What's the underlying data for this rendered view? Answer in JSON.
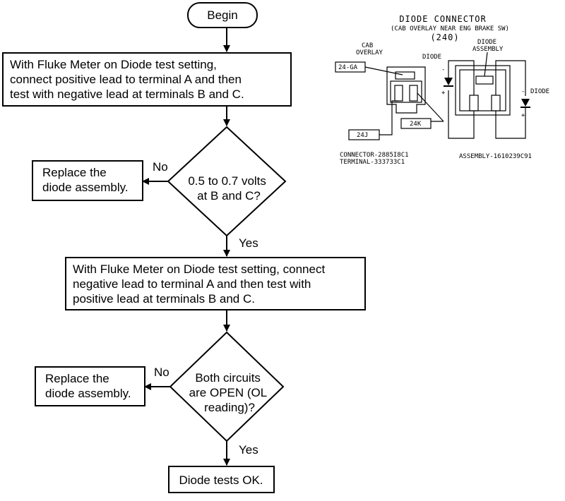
{
  "flowchart": {
    "begin": "Begin",
    "step1": [
      "With Fluke Meter on Diode test setting,",
      "connect positive lead to terminal A and then",
      "test with negative lead at terminals B and C."
    ],
    "decision1": [
      "0.5 to 0.7 volts",
      "at B and C?"
    ],
    "no_label": "No",
    "yes_label": "Yes",
    "replace": [
      "Replace the",
      "diode assembly."
    ],
    "step2": [
      "With Fluke Meter on Diode test setting, connect",
      "negative lead to terminal A and then test with",
      "positive lead at terminals B and C."
    ],
    "decision2": [
      "Both circuits",
      "are OPEN (OL",
      "reading)?"
    ],
    "end": "Diode tests OK."
  },
  "illustration": {
    "title": "DIODE CONNECTOR",
    "location": "(CAB OVERLAY NEAR ENG BRAKE SW)",
    "number": "(240)",
    "cab_overlay": [
      "CAB",
      "OVERLAY"
    ],
    "diode_label": "DIODE",
    "diode_assembly": [
      "DIODE",
      "ASSEMBLY"
    ],
    "wire_24ga": "24-GA",
    "wire_24j": "24J",
    "wire_24k": "24K",
    "connector_part": "CONNECTOR-2885I8C1",
    "terminal_part": "TERMINAL-333733C1",
    "assembly_part": "ASSEMBLY-1610239C91"
  }
}
